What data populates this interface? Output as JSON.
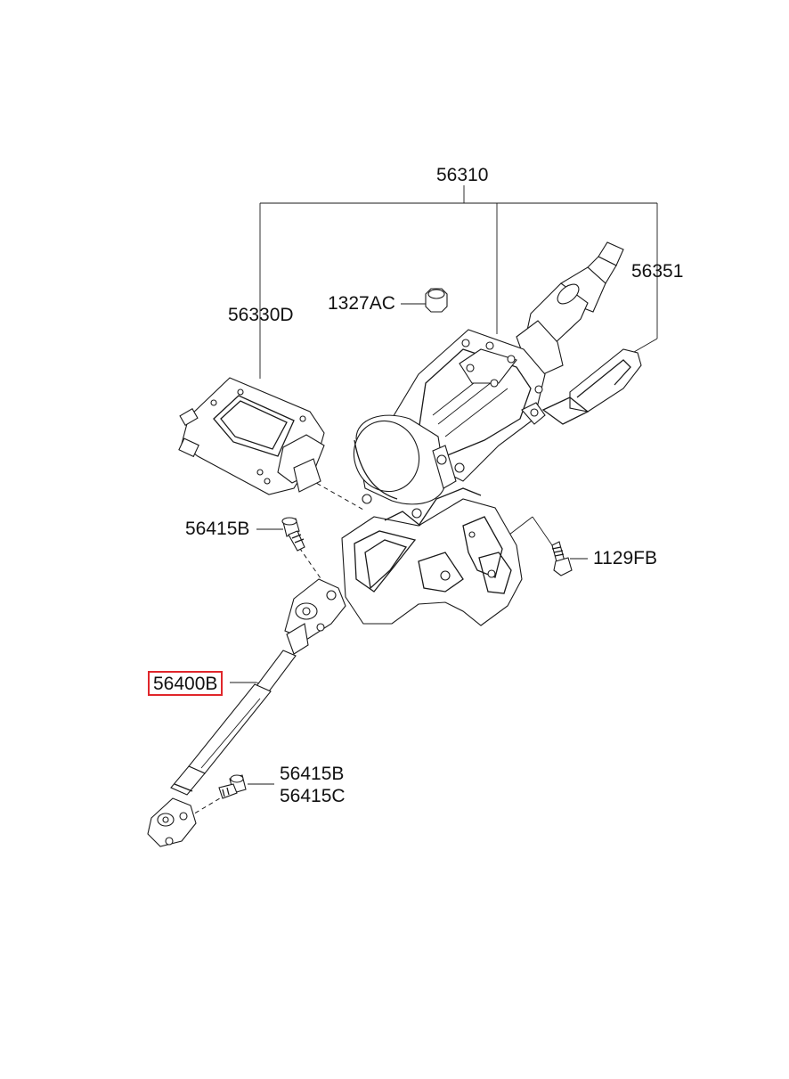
{
  "labels": {
    "assembly": "56310",
    "column_cover": "56351",
    "ecu_module": "56330D",
    "nut": "1327AC",
    "bolt_upper": "56415B",
    "bolt_mount": "1129FB",
    "intermediate_shaft": "56400B",
    "bolt_lower_b": "56415B",
    "bolt_lower_c": "56415C"
  },
  "colors": {
    "highlight": "#e0262b",
    "line": "#1a1a1a"
  },
  "highlighted_part": "56400B"
}
